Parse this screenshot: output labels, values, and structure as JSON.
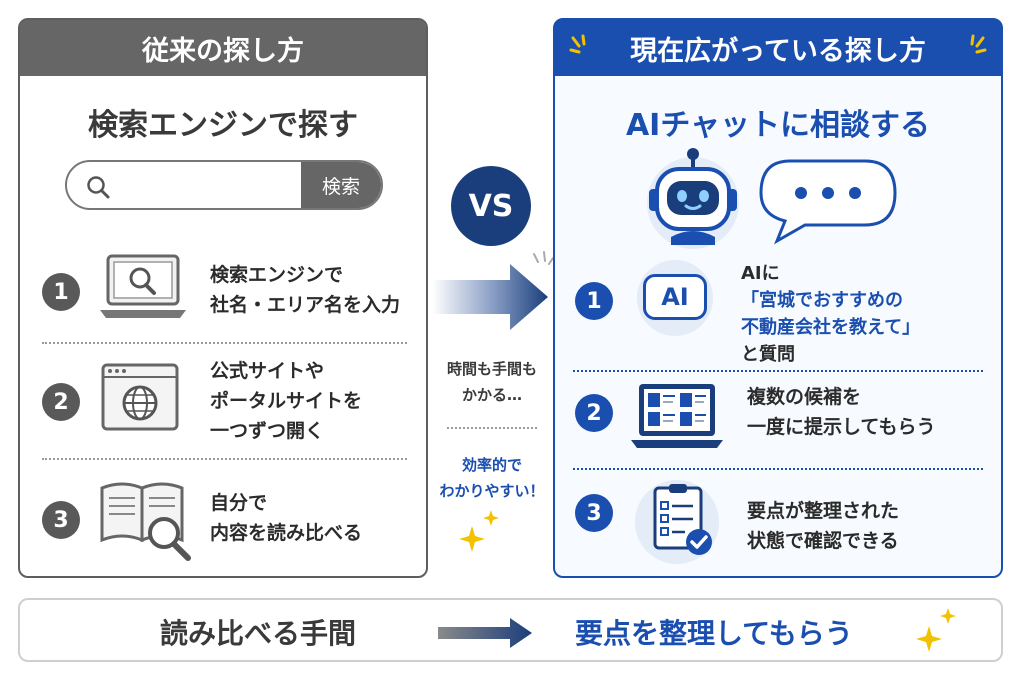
{
  "left_panel": {
    "header": "従来の探し方",
    "subtitle": "検索エンジンで探す",
    "search_button": "検索",
    "steps": [
      {
        "num": "1",
        "line1": "検索エンジンで",
        "line2": "社名・エリア名を入力",
        "line3": "",
        "line4": ""
      },
      {
        "num": "2",
        "line1": "公式サイトや",
        "line2": "ポータルサイトを",
        "line3": "一つずつ開く",
        "line4": ""
      },
      {
        "num": "3",
        "line1": "自分で",
        "line2": "内容を読み比べる",
        "line3": "",
        "line4": ""
      }
    ]
  },
  "vs": "VS",
  "middle": {
    "note1_line1": "時間も手間も",
    "note1_line2": "かかる…",
    "note2_line1": "効率的で",
    "note2_line2": "わかりやすい！"
  },
  "right_panel": {
    "header": "現在広がっている探し方",
    "subtitle": "AIチャットに相談する",
    "ai_badge": "AI",
    "steps": [
      {
        "num": "1",
        "line1": "AIに",
        "line2": "「宮城でおすすめの",
        "line3": "不動産会社を教えて」",
        "line4": "と質問"
      },
      {
        "num": "2",
        "line1": "複数の候補を",
        "line2": "一度に提示してもらう",
        "line3": "",
        "line4": ""
      },
      {
        "num": "3",
        "line1": "要点が整理された",
        "line2": "状態で確認できる",
        "line3": "",
        "line4": ""
      }
    ]
  },
  "bottom": {
    "left": "読み比べる手間",
    "right": "要点を整理してもらう"
  },
  "colors": {
    "gray_dark": "#5e5e5e",
    "blue": "#1a4fb0",
    "navy": "#1a3e7c"
  }
}
